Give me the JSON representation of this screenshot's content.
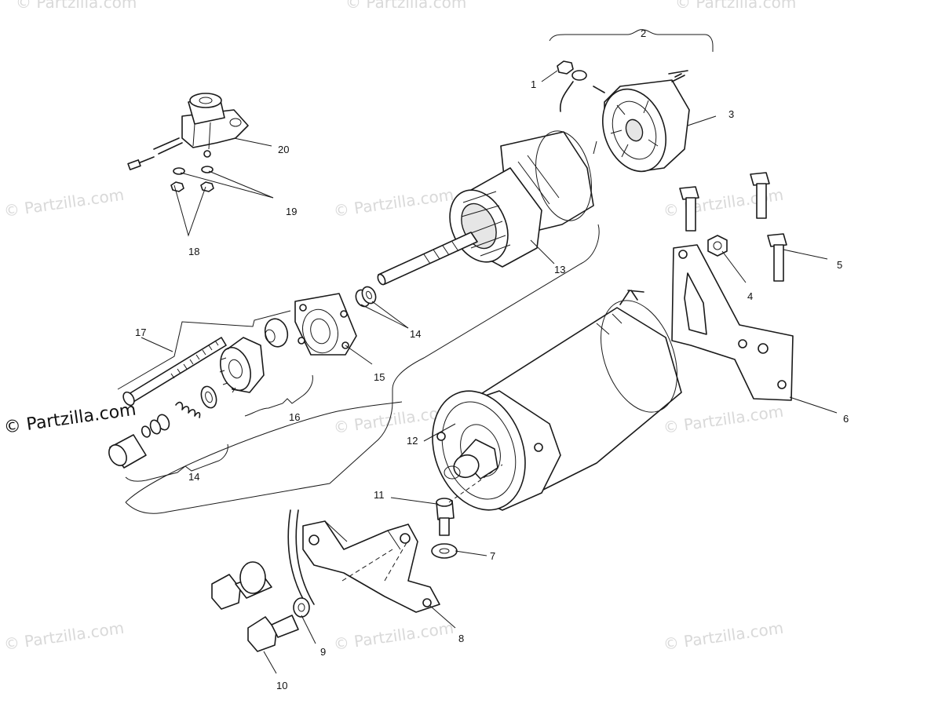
{
  "watermark": {
    "text": "© Partzilla.com"
  },
  "callouts": [
    {
      "id": "c1",
      "text": "1"
    },
    {
      "id": "c2",
      "text": "2"
    },
    {
      "id": "c3",
      "text": "3"
    },
    {
      "id": "c4",
      "text": "4"
    },
    {
      "id": "c5",
      "text": "5"
    },
    {
      "id": "c6",
      "text": "6"
    },
    {
      "id": "c7",
      "text": "7"
    },
    {
      "id": "c8",
      "text": "8"
    },
    {
      "id": "c9",
      "text": "9"
    },
    {
      "id": "c10",
      "text": "10"
    },
    {
      "id": "c11",
      "text": "11"
    },
    {
      "id": "c12",
      "text": "12"
    },
    {
      "id": "c13",
      "text": "13"
    },
    {
      "id": "c14a",
      "text": "14"
    },
    {
      "id": "c14b",
      "text": "14"
    },
    {
      "id": "c15",
      "text": "15"
    },
    {
      "id": "c16",
      "text": "16"
    },
    {
      "id": "c17",
      "text": "17"
    },
    {
      "id": "c18",
      "text": "18"
    },
    {
      "id": "c19",
      "text": "19"
    },
    {
      "id": "c20",
      "text": "20"
    }
  ]
}
